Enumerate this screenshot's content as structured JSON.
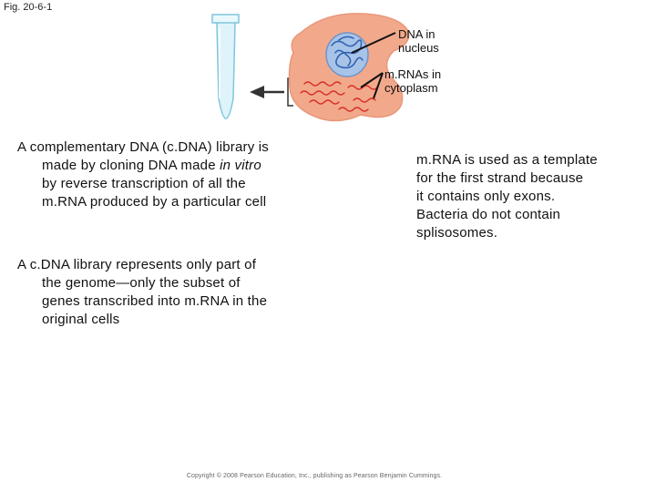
{
  "figure_label": "Fig. 20-6-1",
  "callouts": {
    "dna_nucleus": [
      "DNA in",
      "nucleus"
    ],
    "mrna_cytoplasm": [
      "m.RNAs in",
      "cytoplasm"
    ]
  },
  "paragraphs": {
    "cdna_library": {
      "first_line": "A complementary DNA (c.DNA) library is",
      "line_2_before_italic": "made by cloning DNA made ",
      "line_2_italic": "in vitro",
      "line_3": "by reverse transcription of all the",
      "line_4": "m.RNA produced by a particular cell"
    },
    "cdna_partial": {
      "first_line": "A c.DNA library represents only part of",
      "line_2": "the genome—only the subset of",
      "line_3": "genes transcribed into m.RNA in the",
      "line_4": "original cells"
    },
    "mrna_template": {
      "line_1": "m.RNA is used as a template",
      "line_2": "for the first strand because",
      "line_3": "it contains only exons.",
      "line_4": "Bacteria do not contain",
      "line_5": "splisosomes."
    }
  },
  "copyright": "Copyright © 2008 Pearson Education, Inc., publishing as Pearson Benjamin Cummings.",
  "colors": {
    "cell_fill": "#f2a98b",
    "cell_edge": "#e8977a",
    "nucleus_fill": "#a7c3e8",
    "nucleus_edge": "#6f93c8",
    "dna_strand": "#2f5fae",
    "mrna_strand": "#d8322a",
    "tube_fill": "#dff3fb",
    "tube_edge": "#7fc6de",
    "arrow": "#333333"
  }
}
